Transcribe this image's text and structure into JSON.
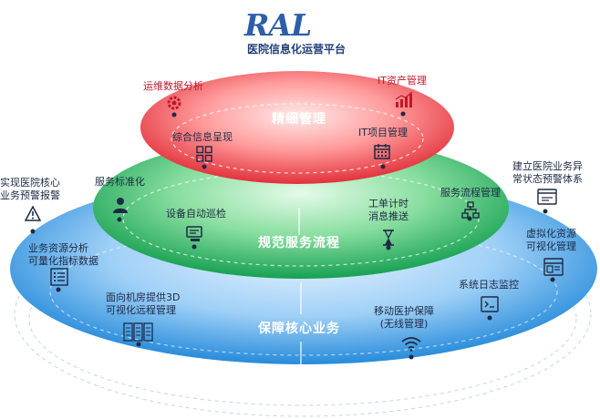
{
  "header": {
    "logo": "RAL",
    "title": "医院信息化运营平台"
  },
  "tiers": {
    "top": "精细管理",
    "middle": "规范服务流程",
    "bottom": "保障核心业务"
  },
  "top_layer": {
    "ops_analysis": "运维数据分析",
    "it_asset": "IT资产管理",
    "info_display": "综合信息呈现",
    "it_project": "IT项目管理"
  },
  "middle_layer": {
    "service_standard": "服务标准化",
    "service_flow": "服务流程管理",
    "device_patrol": "设备自动巡检",
    "ticket_timer_line1": "工单计时",
    "ticket_timer_line2": "消息推送"
  },
  "bottom_layer": {
    "core_alert_line1": "实现医院核心",
    "core_alert_line2": "业务预警报警",
    "quantify_line1": "业务资源分析",
    "quantify_line2": "可量化指标数据",
    "room_3d_line1": "面向机房提供3D",
    "room_3d_line2": "可视化远程管理",
    "syslog": "系统日志监控",
    "mobile_line1": "移动医护保障",
    "mobile_line2": "(无线管理)",
    "anomaly_line1": "建立医院业务异",
    "anomaly_line2": "常状态预警体系",
    "virtual_line1": "虚拟化资源",
    "virtual_line2": "可视化管理"
  },
  "colors": {
    "red": "#e8383f",
    "green": "#19a55a",
    "blue": "#1b82d6",
    "title": "#23407a"
  }
}
